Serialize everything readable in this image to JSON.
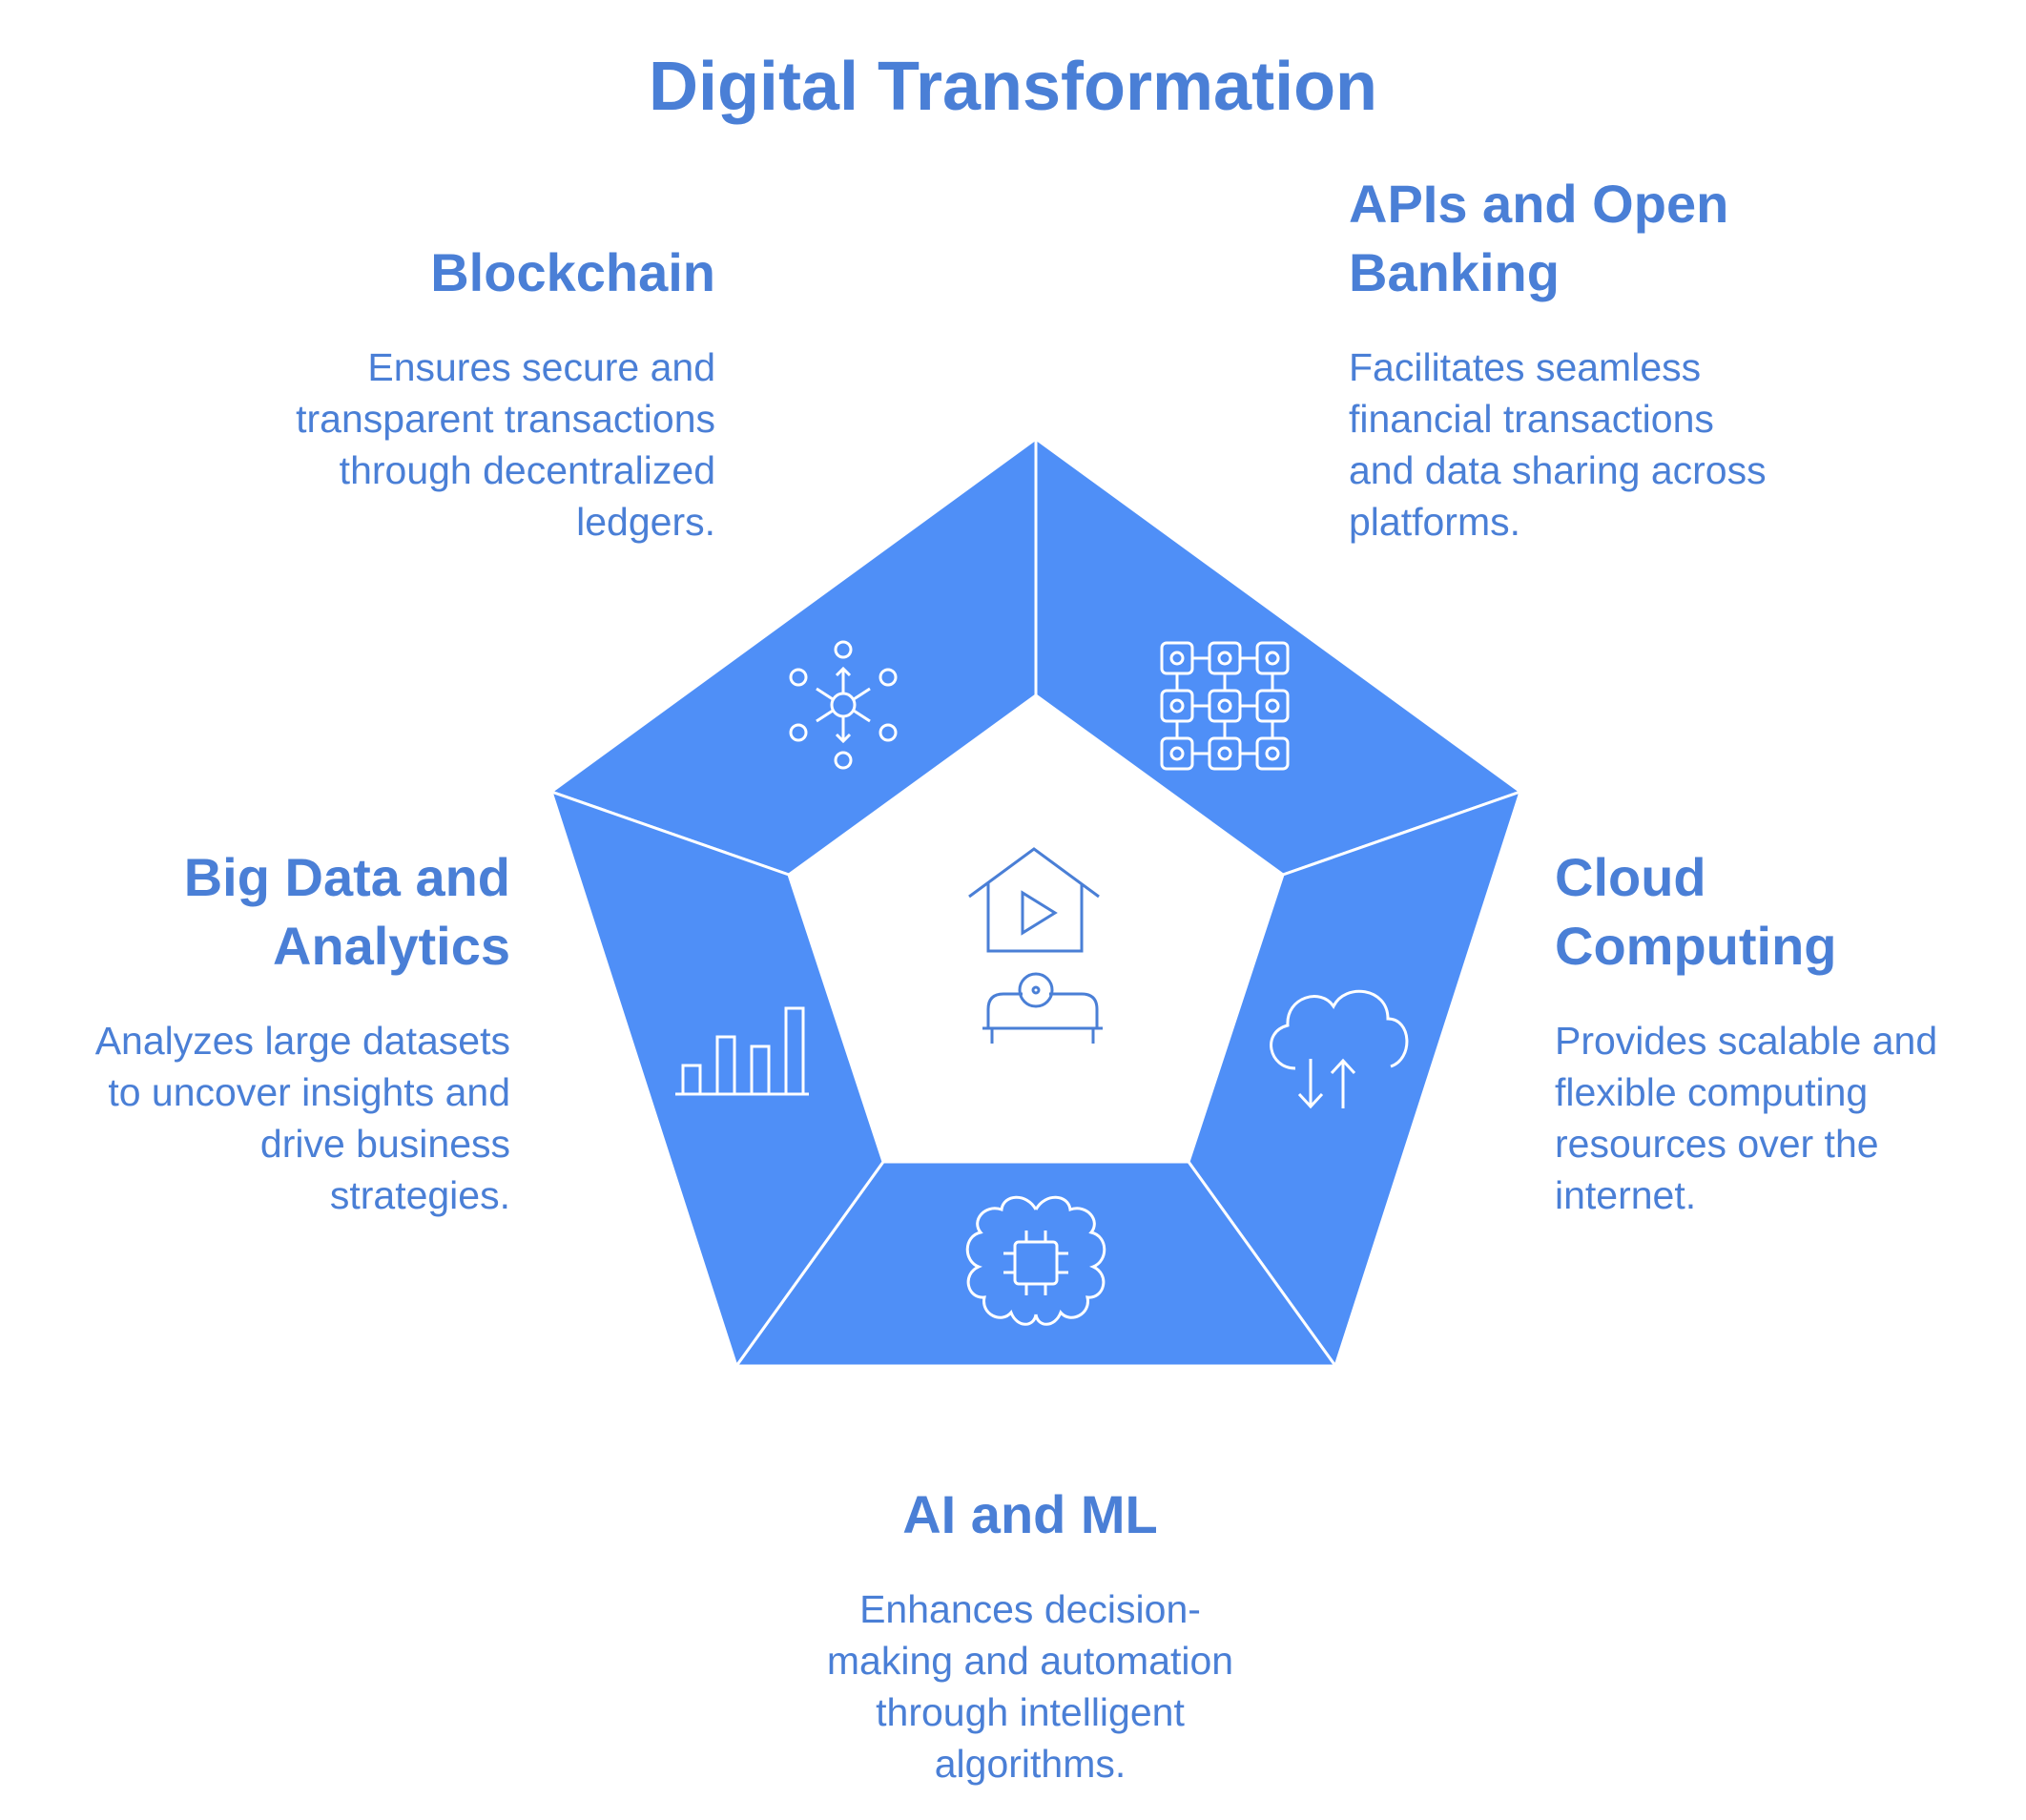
{
  "title": "Digital Transformation",
  "colors": {
    "accent": "#4f8ff7",
    "text": "#4a7fd6",
    "background": "#ffffff",
    "stroke": "#ffffff"
  },
  "segments": [
    {
      "id": "blockchain",
      "title": "Blockchain",
      "description": [
        "Ensures secure and",
        "transparent transactions",
        "through decentralized",
        "ledgers."
      ],
      "icon": "network-hub-icon"
    },
    {
      "id": "apis",
      "title": [
        "APIs and Open",
        "Banking"
      ],
      "description": [
        "Facilitates seamless",
        "financial transactions",
        "and data sharing across",
        "platforms."
      ],
      "icon": "module-grid-icon"
    },
    {
      "id": "bigdata",
      "title": [
        "Big Data and",
        "Analytics"
      ],
      "description": [
        "Analyzes large datasets",
        "to uncover insights and",
        "drive business",
        "strategies."
      ],
      "icon": "bar-chart-icon"
    },
    {
      "id": "cloud",
      "title": [
        "Cloud",
        "Computing"
      ],
      "description": [
        "Provides scalable and",
        "flexible computing",
        "resources over the",
        "internet."
      ],
      "icon": "cloud-sync-icon"
    },
    {
      "id": "ai",
      "title": "AI and ML",
      "description": [
        "Enhances decision-",
        "making and automation",
        "through intelligent",
        "algorithms."
      ],
      "icon": "brain-chip-icon"
    }
  ],
  "center": {
    "icon": "home-media-icon"
  }
}
